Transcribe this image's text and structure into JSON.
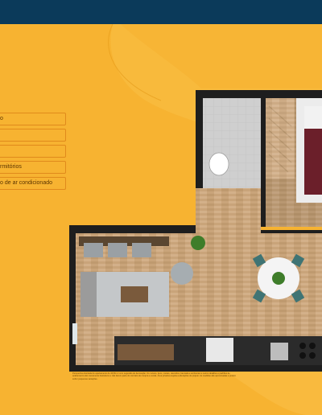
{
  "legend": {
    "items": [
      {
        "label": "o"
      },
      {
        "label": ""
      },
      {
        "label": ""
      },
      {
        "label": "rmitórios"
      },
      {
        "label": "o de ar condicionado"
      }
    ]
  },
  "disclaimer": "Perspectiva ilustrada do apartamento de 46,89 m² com sugestão de decoração. Os móveis, itens, metais, utensílios, bancada e ambientes e outros detalhes e padrões de acabamento são meramente ilustrativos e não fazem parte do contrato de compra e venda. Área privativa sujeita a alterações de projeto. As medidas são aproximadas e podem sofrer pequenas variações."
}
